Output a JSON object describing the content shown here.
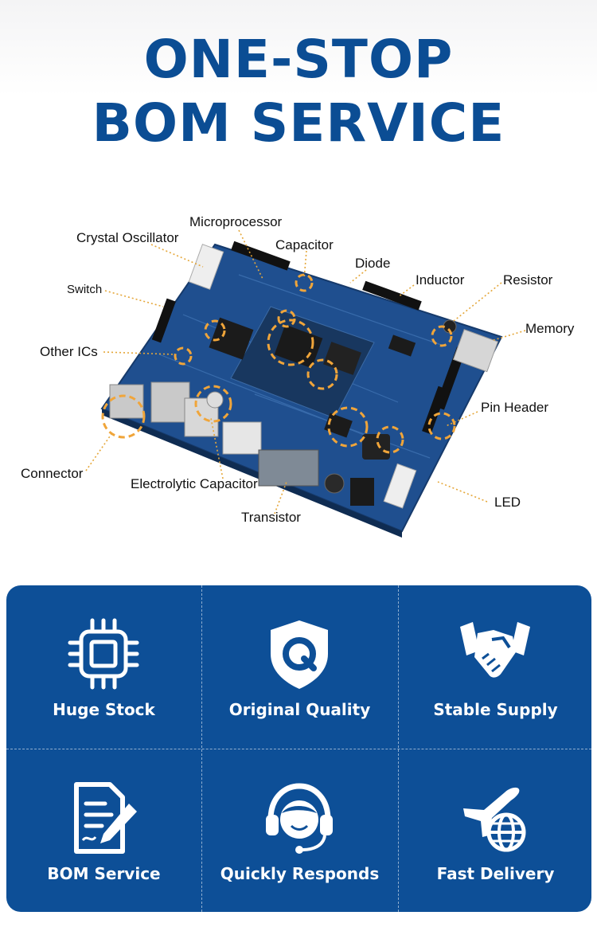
{
  "header": {
    "title_line1": "ONE-STOP",
    "title_line2": "BOM SERVICE"
  },
  "diagram": {
    "labels": {
      "microprocessor": "Microprocessor",
      "crystal_oscillator": "Crystal Oscillator",
      "capacitor": "Capacitor",
      "diode": "Diode",
      "inductor": "Inductor",
      "resistor": "Resistor",
      "switch": "Switch",
      "memory": "Memory",
      "other_ics": "Other ICs",
      "pin_header": "Pin Header",
      "connector": "Connector",
      "electrolytic_capacitor": "Electrolytic Capacitor",
      "led": "LED",
      "transistor": "Transistor"
    },
    "colors": {
      "board": "#1f4f8f",
      "highlight": "#f0a53a",
      "leader": "#e5a73a"
    }
  },
  "features": [
    {
      "label": "Huge Stock",
      "icon": "chip-icon"
    },
    {
      "label": "Original Quality",
      "icon": "shield-q-icon"
    },
    {
      "label": "Stable Supply",
      "icon": "handshake-icon"
    },
    {
      "label": "BOM Service",
      "icon": "document-pen-icon"
    },
    {
      "label": "Quickly Responds",
      "icon": "headset-icon"
    },
    {
      "label": "Fast Delivery",
      "icon": "plane-globe-icon"
    }
  ],
  "colors": {
    "title": "#0b4d94",
    "panel": "#0d4f97",
    "panel_text": "#ffffff"
  }
}
